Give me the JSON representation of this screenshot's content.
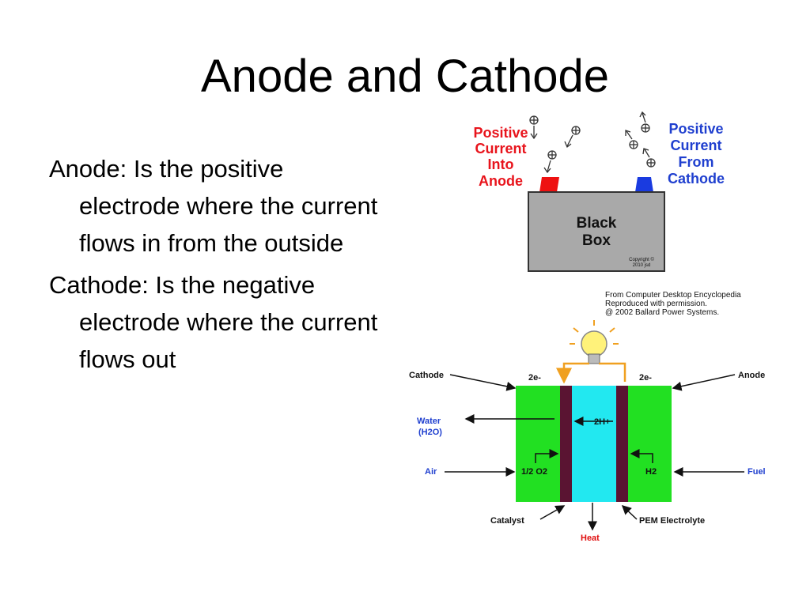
{
  "slide": {
    "title": "Anode and Cathode",
    "bullets": [
      "Anode: Is the positive electrode where the current flows in from the outside",
      "Cathode: Is the negative electrode where the current flows out"
    ]
  },
  "battery_figure": {
    "left_label": [
      "Positive",
      "Current",
      "Into",
      "Anode"
    ],
    "right_label": [
      "Positive",
      "Current",
      "From",
      "Cathode"
    ],
    "box_label": [
      "Black",
      "Box"
    ],
    "copyright": [
      "Copyright ©",
      "2010 jsd"
    ],
    "colors": {
      "left_label": "#e8141c",
      "right_label": "#1f3fcf",
      "box": "#a9a9a9",
      "anode_terminal": "#ee1111",
      "cathode_terminal": "#1a3be0"
    }
  },
  "fuel_cell_figure": {
    "source": [
      "From Computer Desktop Encyclopedia",
      "Reproduced with permission.",
      "@ 2002 Ballard Power Systems."
    ],
    "cathode": "Cathode",
    "anode": "Anode",
    "electron_left": "2e-",
    "electron_right": "2e-",
    "proton": "2H+",
    "water": "Water",
    "water_formula": "(H2O)",
    "air": "Air",
    "oxygen": "1/2 O2",
    "hydrogen": "H2",
    "fuel": "Fuel",
    "catalyst": "Catalyst",
    "pem": "PEM Electrolyte",
    "heat": "Heat",
    "colors": {
      "electrode": "#22e022",
      "membrane": "#5a1432",
      "electrolyte": "#22e8f0",
      "label_blue": "#1f3fcf",
      "heat": "#e01010",
      "wire": "#f0a020"
    }
  }
}
